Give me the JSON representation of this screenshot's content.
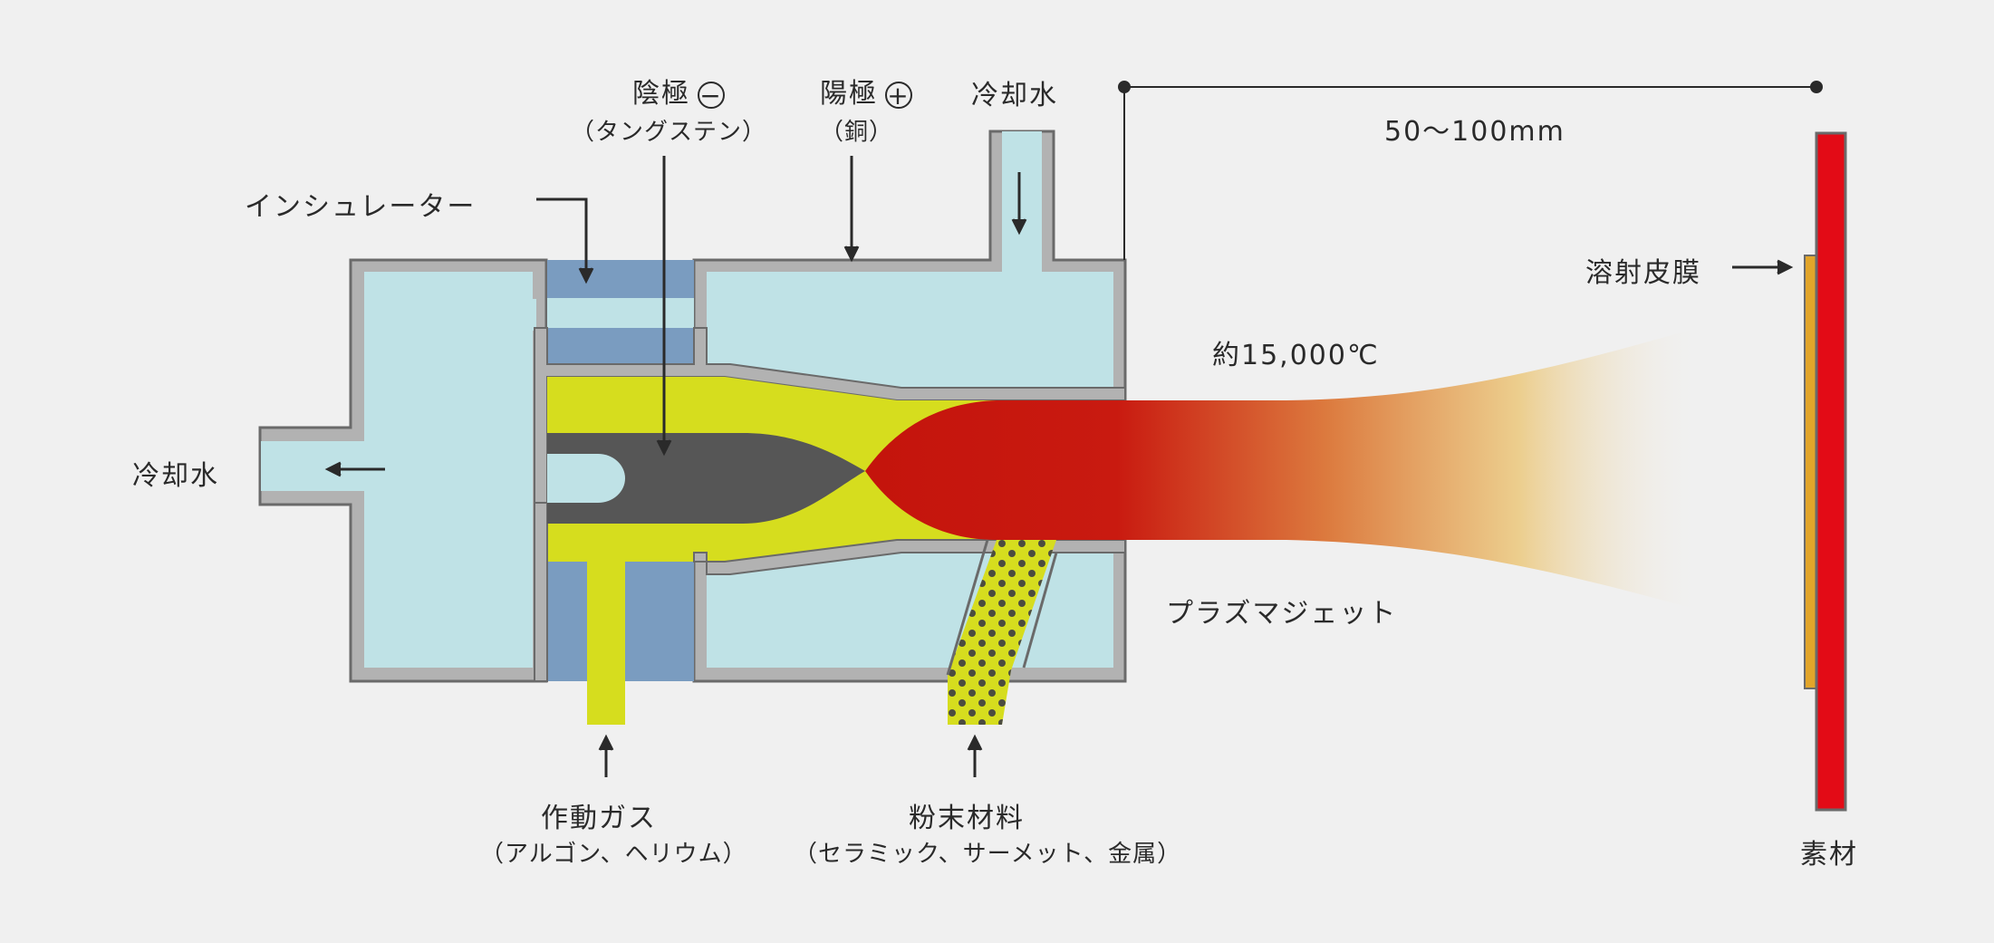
{
  "labels": {
    "cathode": "陰極",
    "cathode_sign": "−",
    "cathode_material": "（タングステン）",
    "anode": "陽極",
    "anode_sign": "+",
    "anode_material": "（銅）",
    "cooling_water_top": "冷却水",
    "cooling_water_left": "冷却水",
    "insulator": "インシュレーター",
    "distance": "50〜100mm",
    "temperature": "約15,000℃",
    "plasma_jet": "プラズマジェット",
    "sprayed_coating": "溶射皮膜",
    "substrate": "素材",
    "working_gas": "作動ガス",
    "working_gas_detail": "（アルゴン、ヘリウム）",
    "powder": "粉末材料",
    "powder_detail": "（セラミック、サーメット、金属）"
  },
  "colors": {
    "background": "#f0f0f0",
    "water": "#bfe2e6",
    "insulator": "#7a9cc0",
    "wall": "#b2b2b2",
    "wall_stroke": "#6a6a6a",
    "gas": "#d6dd1e",
    "cathode": "#565656",
    "plasma": "#c4140c",
    "coating": "#e2a52a",
    "substrate": "#e30b16",
    "text": "#2a2a2a"
  }
}
